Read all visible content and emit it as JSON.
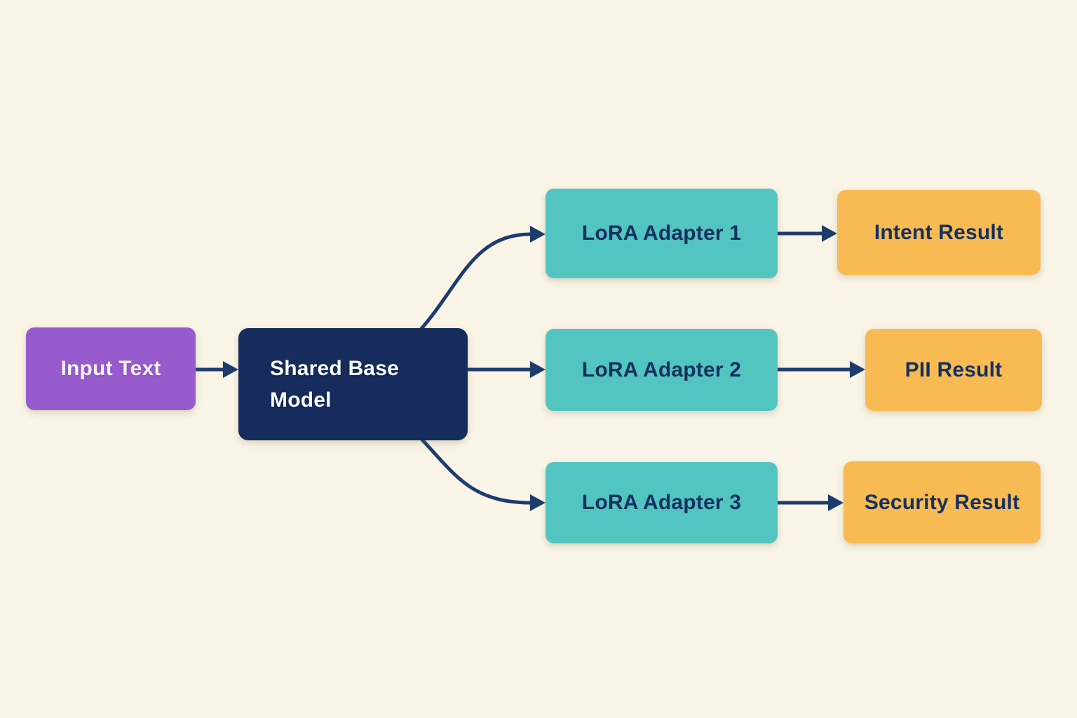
{
  "diagram": {
    "nodes": {
      "input_text": {
        "label": "Input Text"
      },
      "shared_base_model": {
        "label": "Shared Base Model"
      },
      "lora_adapter_1": {
        "label": "LoRA Adapter 1"
      },
      "lora_adapter_2": {
        "label": "LoRA Adapter 2"
      },
      "lora_adapter_3": {
        "label": "LoRA Adapter 3"
      },
      "intent_result": {
        "label": "Intent Result"
      },
      "pii_result": {
        "label": "PII Result"
      },
      "security_result": {
        "label": "Security Result"
      }
    },
    "edges": [
      {
        "from": "input_text",
        "to": "shared_base_model"
      },
      {
        "from": "shared_base_model",
        "to": "lora_adapter_1"
      },
      {
        "from": "shared_base_model",
        "to": "lora_adapter_2"
      },
      {
        "from": "shared_base_model",
        "to": "lora_adapter_3"
      },
      {
        "from": "lora_adapter_1",
        "to": "intent_result"
      },
      {
        "from": "lora_adapter_2",
        "to": "pii_result"
      },
      {
        "from": "lora_adapter_3",
        "to": "security_result"
      }
    ],
    "palette": {
      "background": "#faf5e7",
      "input_node": "#975bcd",
      "base_model_node": "#152c5c",
      "adapter_node": "#52c5c0",
      "result_node": "#f8ba52",
      "arrow": "#1d3c6e",
      "text_light": "#ffffff",
      "text_dark": "#13305f"
    }
  }
}
